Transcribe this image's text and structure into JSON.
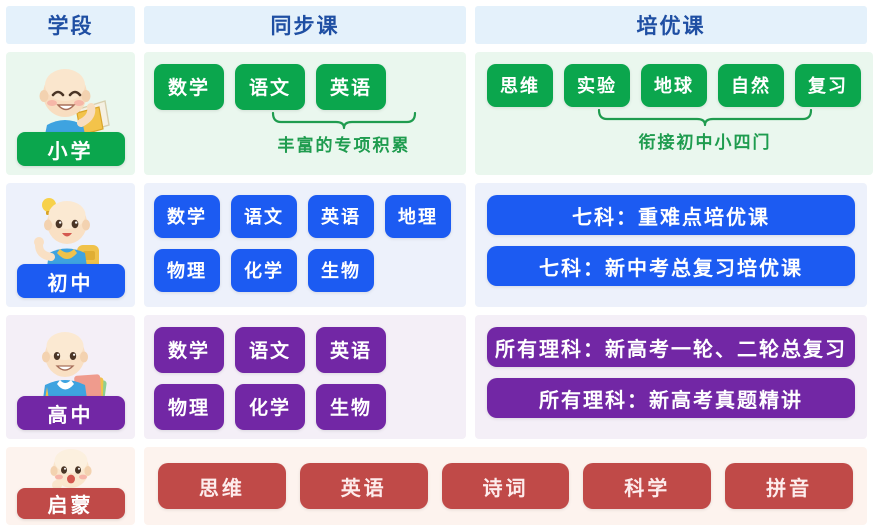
{
  "header": {
    "columns": [
      {
        "label": "学段",
        "name": "stage"
      },
      {
        "label": "同步课",
        "name": "sync-course"
      },
      {
        "label": "培优课",
        "name": "advanced-course"
      }
    ]
  },
  "colors": {
    "header_bg": "#e4f1fb",
    "header_text": "#1f4fa3",
    "primary_green": "#0ba64d",
    "primary_blue": "#1c5bf2",
    "primary_purple": "#7227a5",
    "primary_red": "#c04a48",
    "row_bg_green": "#eaf7ee",
    "row_bg_blue": "#edf1fb",
    "row_bg_purple": "#f4eff7",
    "row_bg_red": "#fdf3ee",
    "caption_green": "#1f9c4f"
  },
  "rows": [
    {
      "stage": "小学",
      "avatar": "primary-student-avatar",
      "sync": {
        "chips": [
          [
            "数学",
            "语文",
            "英语"
          ]
        ],
        "brace": {
          "caption": "丰富的专项积累",
          "start_index": 1,
          "end_index": 2
        }
      },
      "advanced": {
        "chips": [
          [
            "思维",
            "实验",
            "地球",
            "自然",
            "复习"
          ]
        ],
        "brace": {
          "caption": "衔接初中小四门",
          "start_index": 1,
          "end_index": 3
        }
      }
    },
    {
      "stage": "初中",
      "avatar": "junior-student-avatar",
      "sync": {
        "chips": [
          [
            "数学",
            "语文",
            "英语",
            "地理"
          ],
          [
            "物理",
            "化学",
            "生物"
          ]
        ]
      },
      "advanced": {
        "bars": [
          "七科：重难点培优课",
          "七科：新中考总复习培优课"
        ]
      }
    },
    {
      "stage": "高中",
      "avatar": "senior-student-avatar",
      "sync": {
        "chips": [
          [
            "数学",
            "语文",
            "英语"
          ],
          [
            "物理",
            "化学",
            "生物"
          ]
        ]
      },
      "advanced": {
        "bars": [
          "所有理科：新高考一轮、二轮总复习",
          "所有理科：新高考真题精讲"
        ]
      }
    },
    {
      "stage": "启蒙",
      "avatar": "toddler-avatar",
      "merged": {
        "chips": [
          "思维",
          "英语",
          "诗词",
          "科学",
          "拼音"
        ]
      }
    }
  ]
}
